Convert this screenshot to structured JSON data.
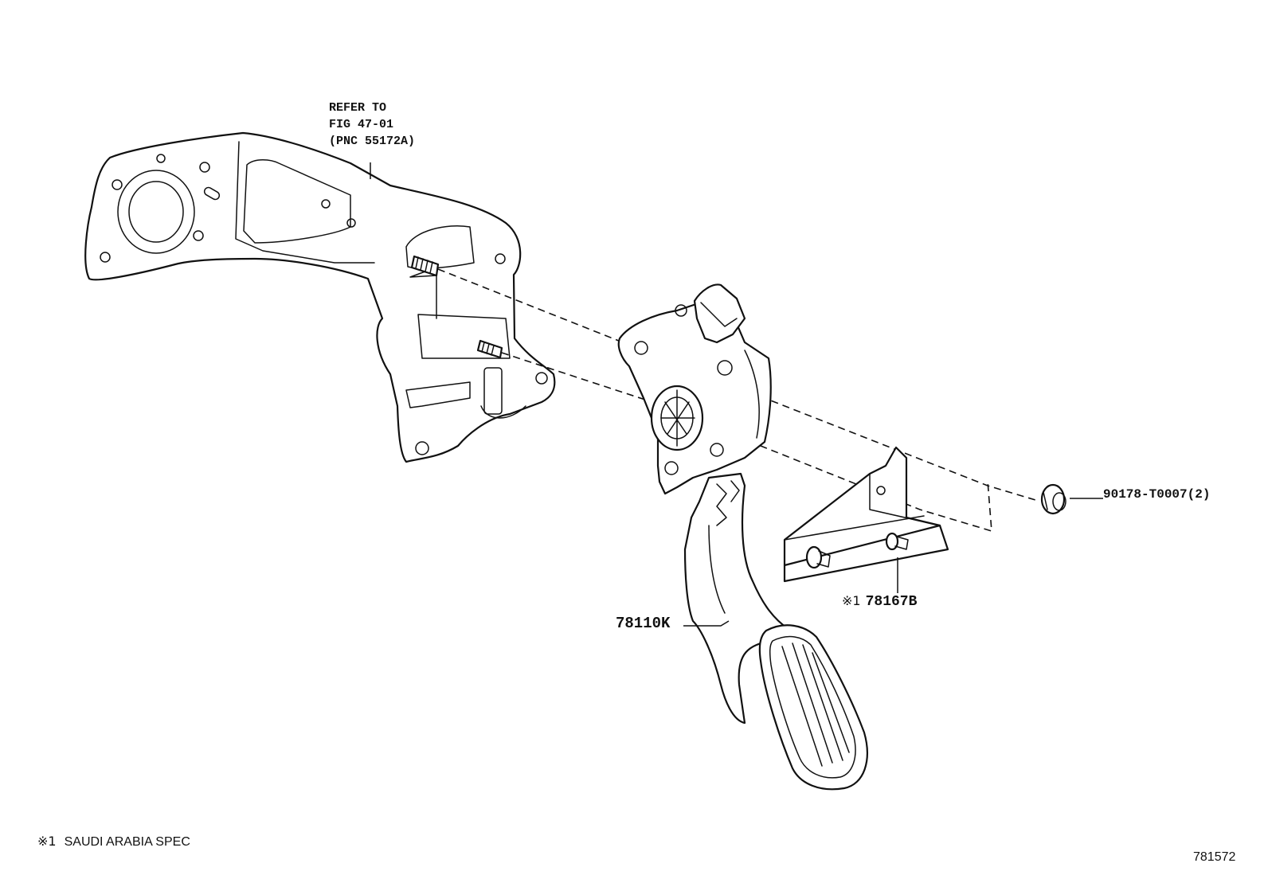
{
  "diagram": {
    "reference_note": {
      "lines": [
        "REFER TO",
        "FIG 47-01",
        "(PNC 55172A)"
      ]
    },
    "parts": [
      {
        "part_number": "78110K",
        "mark": ""
      },
      {
        "part_number": "90178-T0007(2)",
        "mark": ""
      },
      {
        "part_number": "78167B",
        "mark": "※1"
      }
    ],
    "footnote": {
      "mark": "※1",
      "text": "SAUDI ARABIA SPEC"
    },
    "figure_code": "781572"
  }
}
